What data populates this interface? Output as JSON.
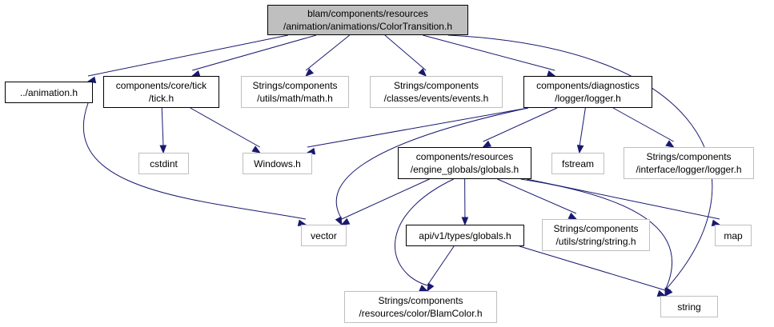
{
  "edge_color": "#191970",
  "nodes": {
    "root": {
      "lines": [
        "blam/components/resources",
        "/animation/animations/ColorTransition.h"
      ]
    },
    "animation": {
      "lines": [
        "../animation.h"
      ]
    },
    "tick": {
      "lines": [
        "components/core/tick",
        "/tick.h"
      ]
    },
    "math": {
      "lines": [
        "Strings/components",
        "/utils/math/math.h"
      ]
    },
    "events": {
      "lines": [
        "Strings/components",
        "/classes/events/events.h"
      ]
    },
    "logger": {
      "lines": [
        "components/diagnostics",
        "/logger/logger.h"
      ]
    },
    "cstdint": {
      "lines": [
        "cstdint"
      ]
    },
    "windows": {
      "lines": [
        "Windows.h"
      ]
    },
    "globals": {
      "lines": [
        "components/resources",
        "/engine_globals/globals.h"
      ]
    },
    "fstream": {
      "lines": [
        "fstream"
      ]
    },
    "ilogger": {
      "lines": [
        "Strings/components",
        "/interface/logger/logger.h"
      ]
    },
    "vector": {
      "lines": [
        "vector"
      ]
    },
    "apiglobals": {
      "lines": [
        "api/v1/types/globals.h"
      ]
    },
    "stringh": {
      "lines": [
        "Strings/components",
        "/utils/string/string.h"
      ]
    },
    "map": {
      "lines": [
        "map"
      ]
    },
    "blamcolor": {
      "lines": [
        "Strings/components",
        "/resources/color/BlamColor.h"
      ]
    },
    "string": {
      "lines": [
        "string"
      ]
    }
  },
  "edges": [
    [
      "root",
      "animation"
    ],
    [
      "root",
      "tick"
    ],
    [
      "root",
      "math"
    ],
    [
      "root",
      "events"
    ],
    [
      "root",
      "logger"
    ],
    [
      "root",
      "string"
    ],
    [
      "animation",
      "vector"
    ],
    [
      "tick",
      "cstdint"
    ],
    [
      "tick",
      "windows"
    ],
    [
      "logger",
      "windows"
    ],
    [
      "logger",
      "vector"
    ],
    [
      "logger",
      "globals"
    ],
    [
      "logger",
      "fstream"
    ],
    [
      "logger",
      "ilogger"
    ],
    [
      "globals",
      "vector"
    ],
    [
      "globals",
      "apiglobals"
    ],
    [
      "globals",
      "stringh"
    ],
    [
      "globals",
      "map"
    ],
    [
      "globals",
      "blamcolor"
    ],
    [
      "globals",
      "string"
    ],
    [
      "apiglobals",
      "blamcolor"
    ],
    [
      "apiglobals",
      "string"
    ]
  ]
}
